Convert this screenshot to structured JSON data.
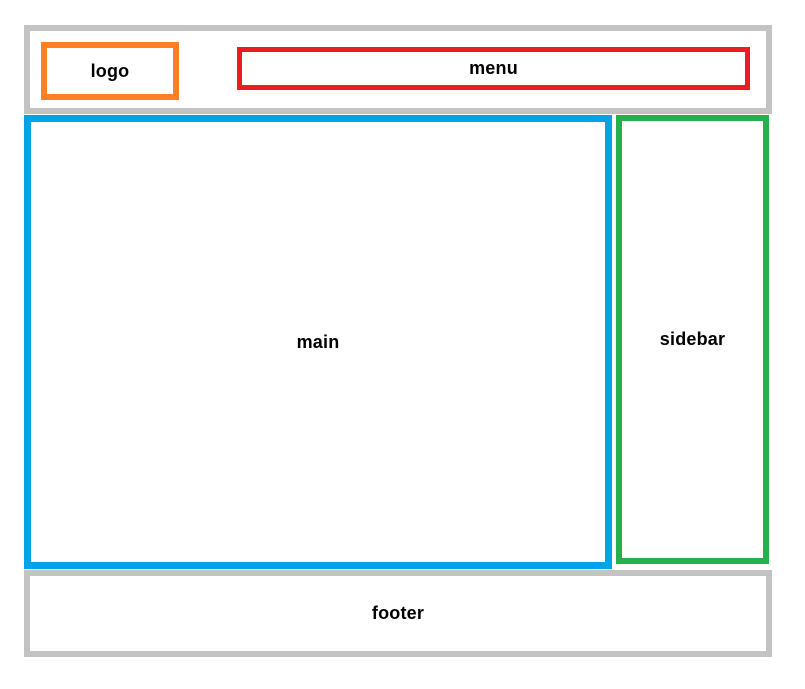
{
  "colors": {
    "header_border": "#C3C3C3",
    "footer_border": "#C3C3C3",
    "logo_border": "#FF7F27",
    "menu_border": "#ED1C24",
    "main_border": "#00A2E8",
    "sidebar_border": "#22B14C",
    "label_text": "#000000",
    "background": "#FFFFFF"
  },
  "regions": {
    "logo": {
      "label": "logo"
    },
    "menu": {
      "label": "menu"
    },
    "main": {
      "label": "main"
    },
    "sidebar": {
      "label": "sidebar"
    },
    "footer": {
      "label": "footer"
    }
  }
}
